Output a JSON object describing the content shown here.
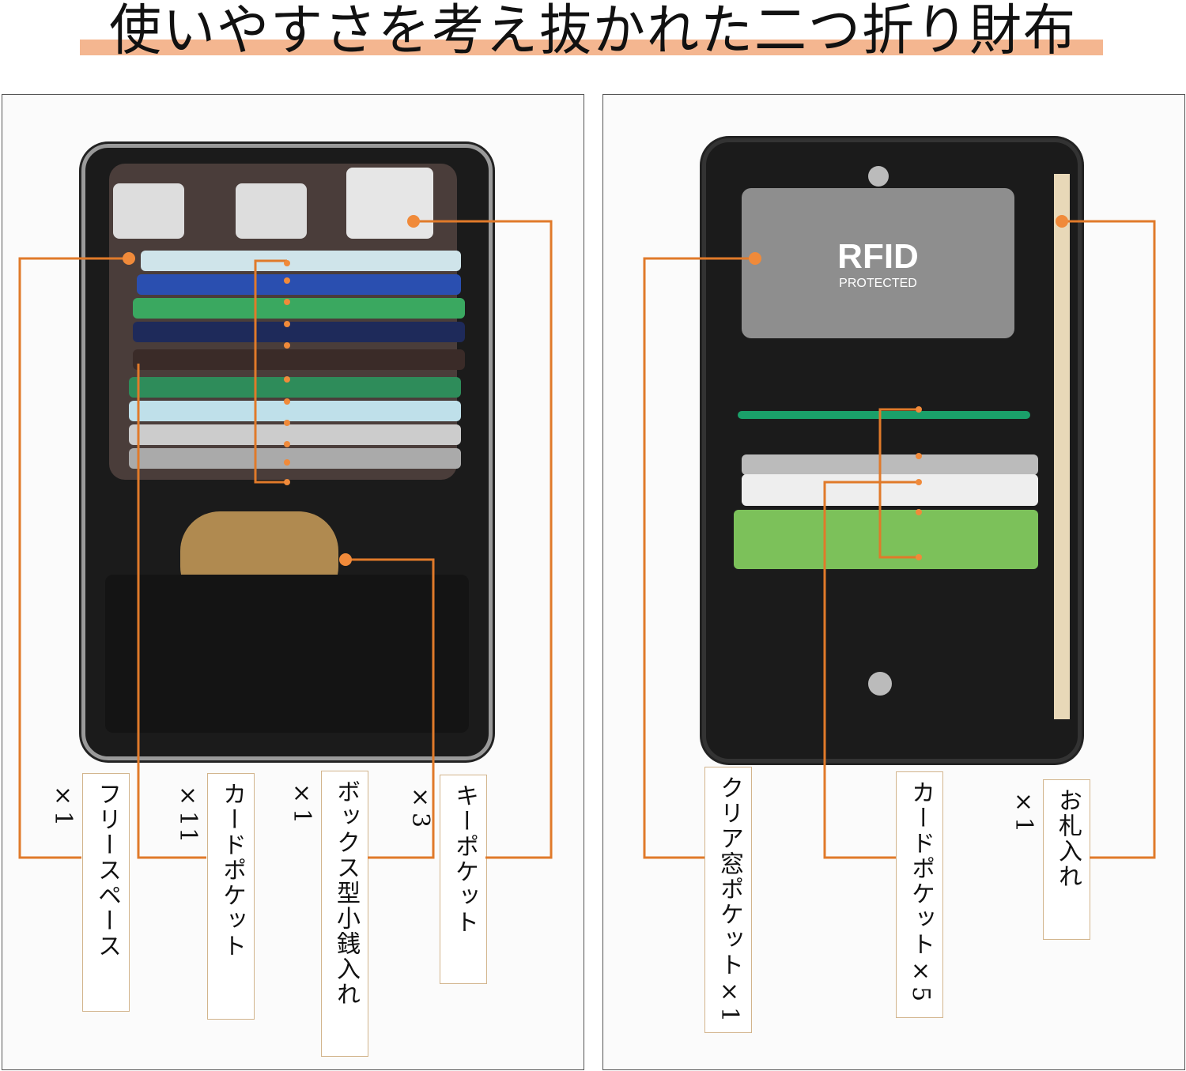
{
  "title": "使いやすさを考え抜かれた二つ折り財布",
  "left_panel": {
    "labels": [
      "フリースペース×1",
      "カードポケット×11",
      "ボックス型小銭入れ×1",
      "キーポケット×3"
    ]
  },
  "right_panel": {
    "labels": [
      "クリア窓ポケット×1",
      "カードポケット×5",
      "お札入れ×1"
    ],
    "rfid_text": "RFID",
    "rfid_sub": "PROTECTED"
  },
  "colors": {
    "accent": "#e07a2a",
    "title_bar": "#f4b690",
    "label_border": "#d2b48c"
  }
}
